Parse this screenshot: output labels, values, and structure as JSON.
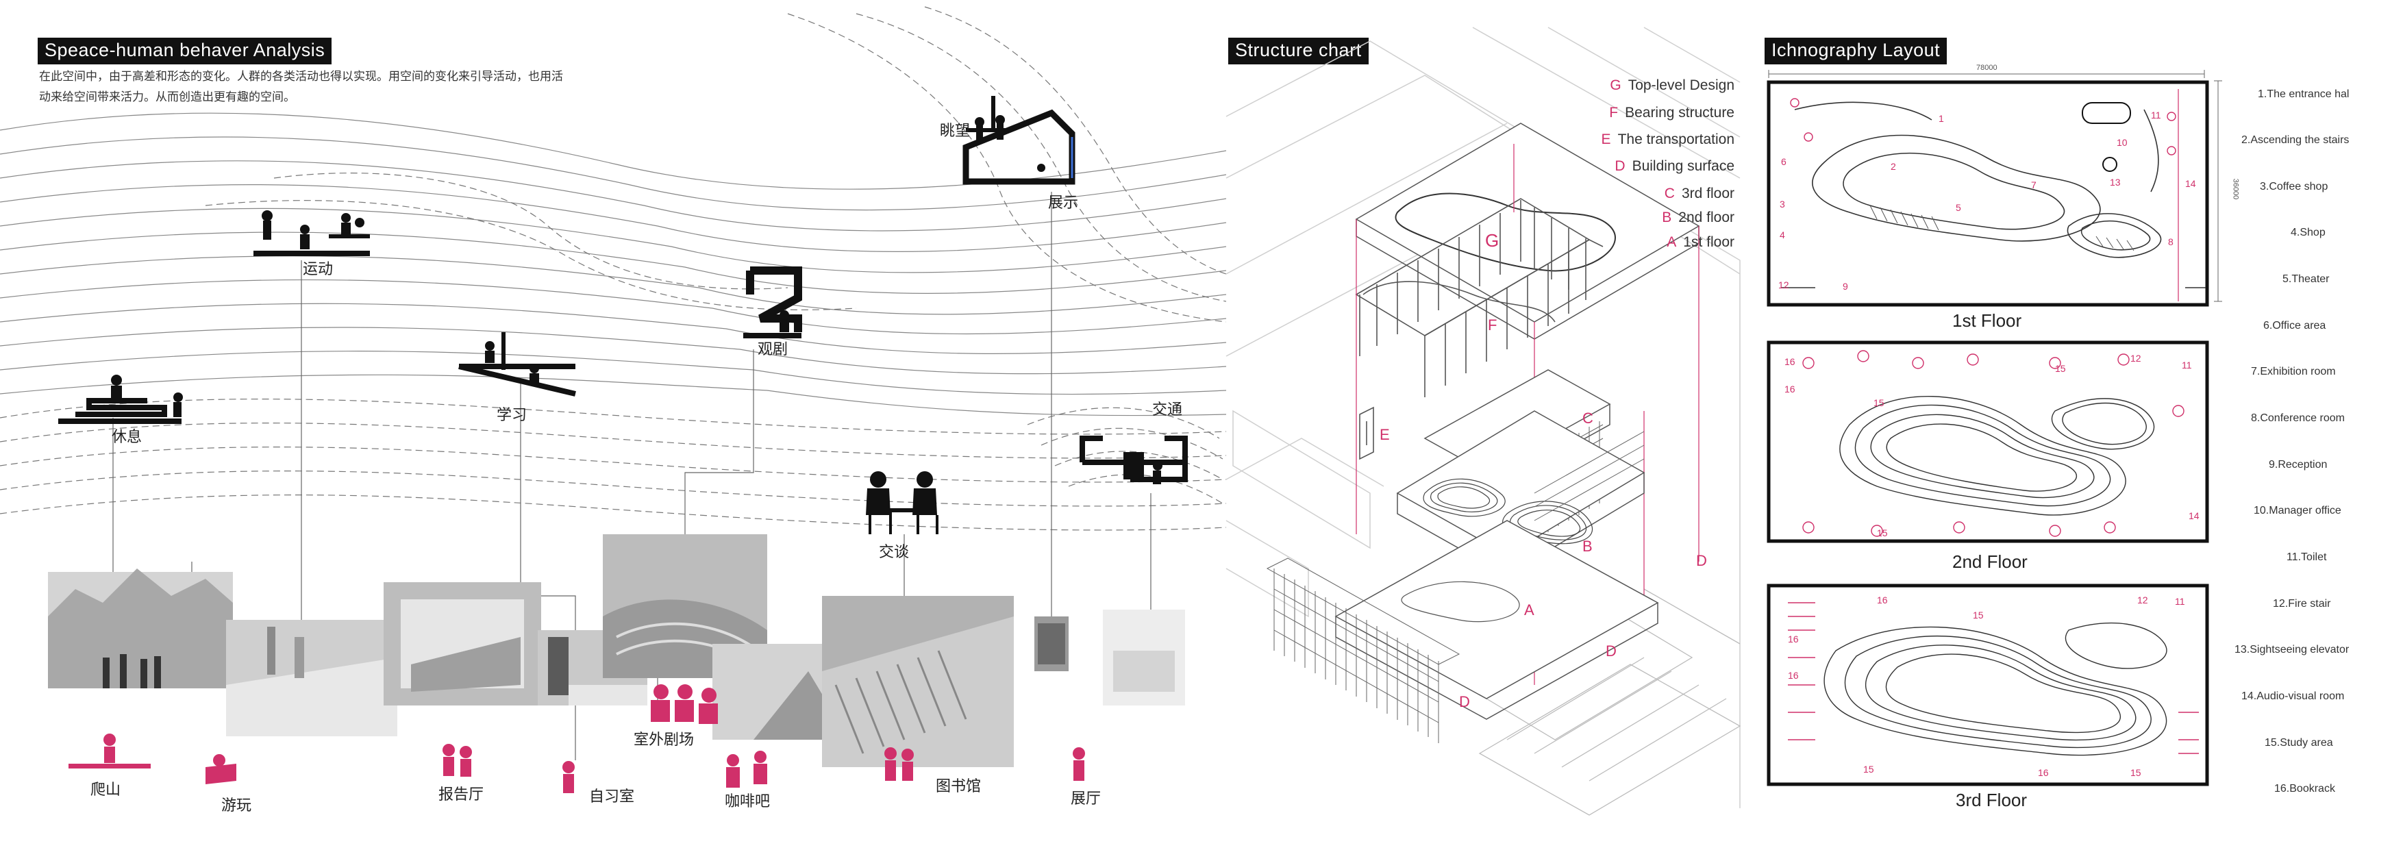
{
  "analysis": {
    "title": "Speace-human behaver Analysis",
    "description_line1": "在此空间中，由于高差和形态的变化。人群的各类活动也得以实现。用空间的变化来引导活动，也用活",
    "description_line2": "动来给空间带来活力。从而创造出更有趣的空间。",
    "activities": {
      "tiaowang": "眺望",
      "zhanshi": "展示",
      "yundong": "运动",
      "guanju": "观剧",
      "xiuxi": "休息",
      "xuexi": "学习",
      "jiaotong": "交通",
      "jiaotan": "交谈"
    },
    "place_labels": {
      "pashan": "爬山",
      "youwan": "游玩",
      "baogaoting": "报告厅",
      "zixishi": "自习室",
      "shiwaijuchang": "室外剧场",
      "kafeiba": "咖啡吧",
      "tushuguan": "图书馆",
      "zhanting": "展厅"
    }
  },
  "structure": {
    "title": "Structure chart",
    "legend": [
      {
        "letter": "G",
        "label": "Top-level Design"
      },
      {
        "letter": "F",
        "label": "Bearing structure"
      },
      {
        "letter": "E",
        "label": "The transportation"
      },
      {
        "letter": "D",
        "label": "Building surface"
      },
      {
        "letter": "C",
        "label": "3rd floor"
      },
      {
        "letter": "B",
        "label": "2nd floor"
      },
      {
        "letter": "A",
        "label": "1st floor"
      }
    ],
    "axon_letters": {
      "g": "G",
      "f": "F",
      "e": "E",
      "c": "C",
      "b": "B",
      "a": "A",
      "d1": "D",
      "d2": "D",
      "d3": "D"
    }
  },
  "ichnography": {
    "title": "Ichnography Layout",
    "dimension_width": "78000",
    "dimension_height": "36000",
    "floors": [
      "1st Floor",
      "2nd Floor",
      "3rd Floor"
    ],
    "rooms": [
      "1.The entrance hal",
      "2.Ascending the stairs",
      "3.Coffee shop",
      "4.Shop",
      "5.Theater",
      "6.Office area",
      "7.Exhibition room",
      "8.Conference room",
      "9.Reception",
      "10.Manager office",
      "11.Toilet",
      "12.Fire stair",
      "13.Sightseeing elevator",
      "14.Audio-visual room",
      "15.Study area",
      "16.Bookrack"
    ],
    "plan_numbers": {
      "f1": [
        "1",
        "2",
        "3",
        "4",
        "5",
        "6",
        "7",
        "8",
        "9",
        "10",
        "11",
        "12",
        "13",
        "14"
      ],
      "f2": [
        "14",
        "15",
        "15",
        "15",
        "16",
        "16",
        "11",
        "12"
      ],
      "f3": [
        "11",
        "16",
        "16",
        "16",
        "16",
        "15",
        "15",
        "15",
        "12"
      ]
    }
  },
  "colors": {
    "accent": "#d0306a",
    "ink": "#111111"
  }
}
